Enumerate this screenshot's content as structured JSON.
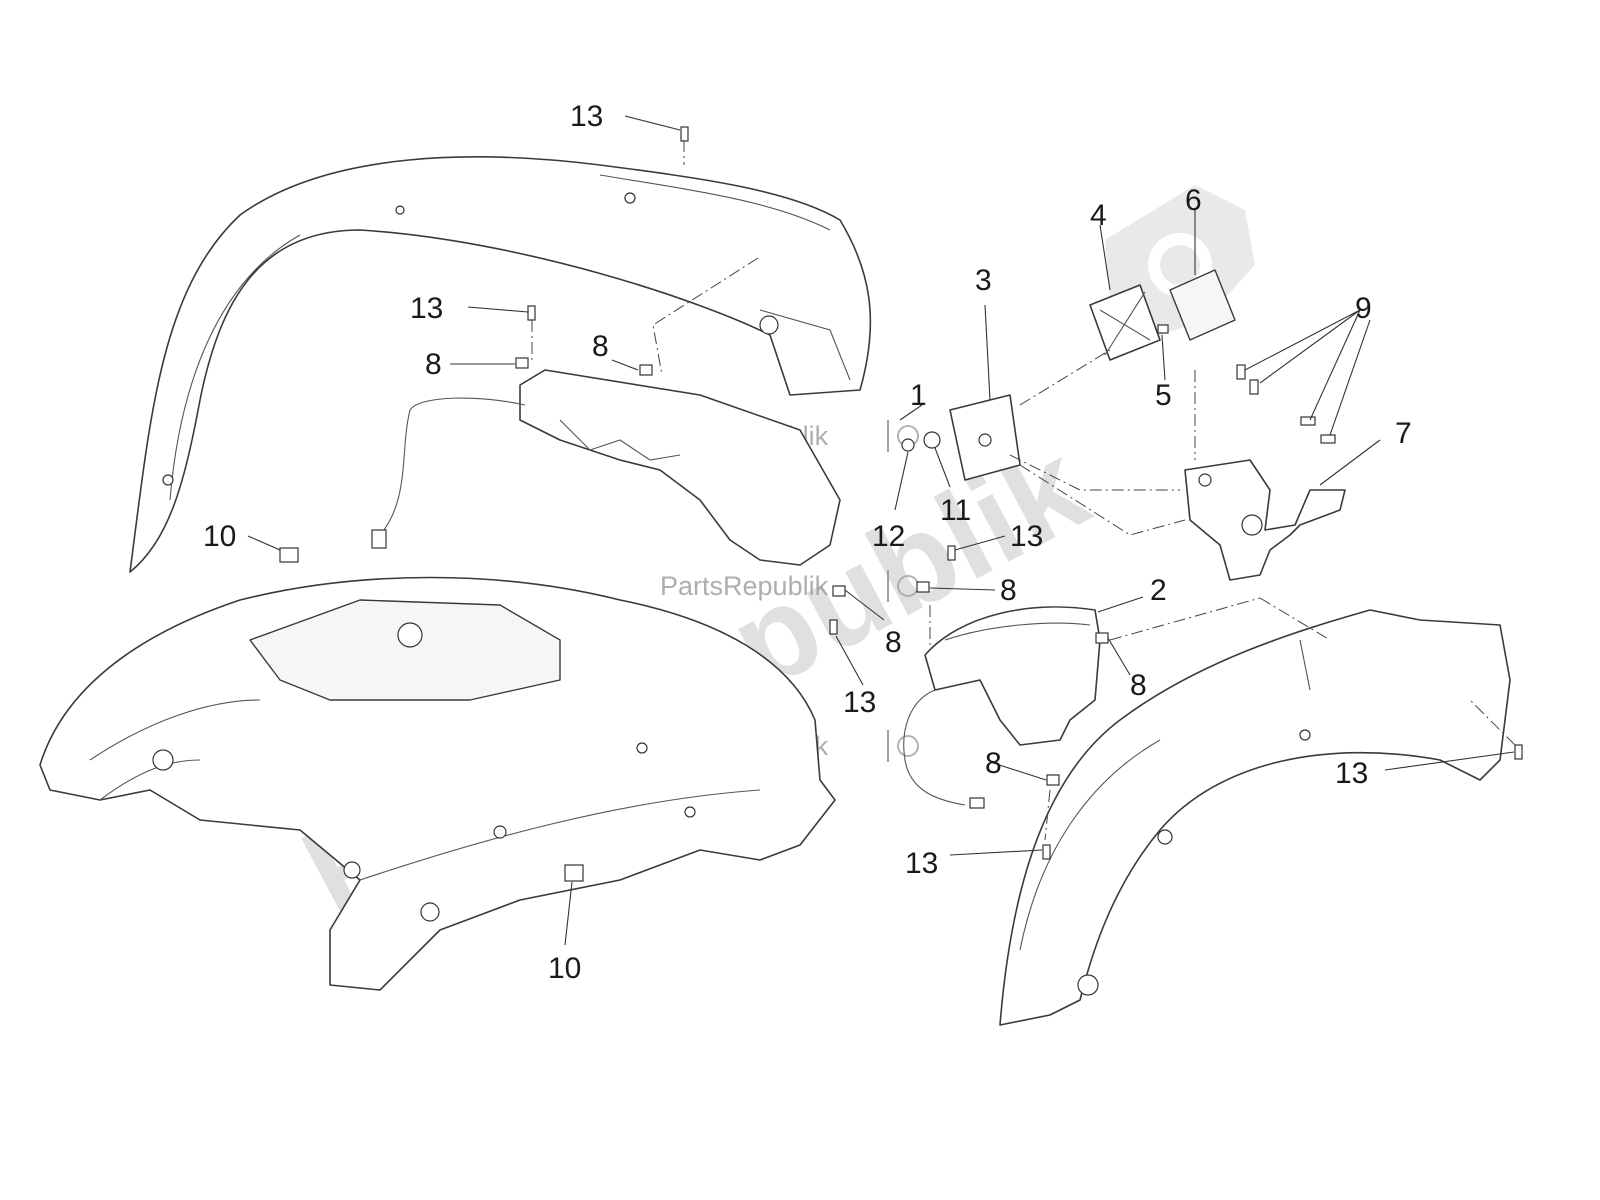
{
  "watermark": {
    "large_text": "PartsRepublik",
    "small_text": "PartsRepublik"
  },
  "callouts": {
    "c1": "1",
    "c2": "2",
    "c3": "3",
    "c4": "4",
    "c5": "5",
    "c6": "6",
    "c7": "7",
    "c8": "8",
    "c9": "9",
    "c10": "10",
    "c11": "11",
    "c12": "12",
    "c13": "13"
  },
  "colors": {
    "line": "#3a3a3a",
    "watermark": "#c8c8c8",
    "background": "#ffffff"
  }
}
